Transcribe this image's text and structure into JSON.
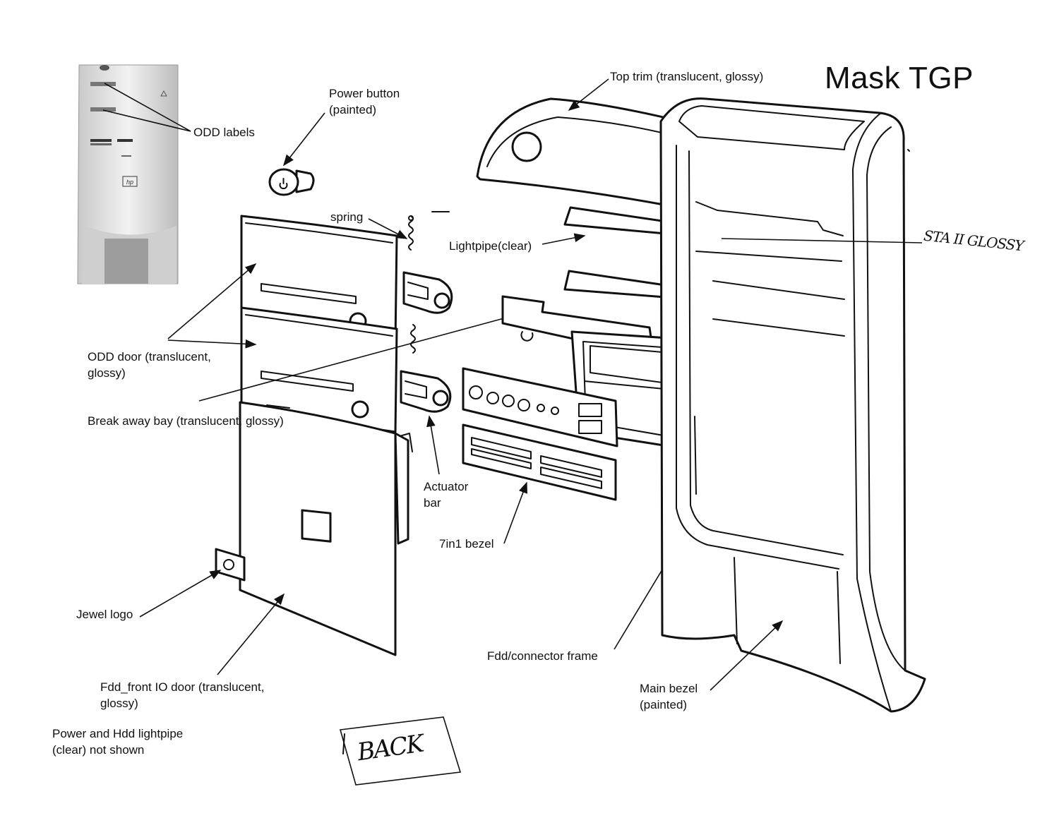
{
  "title": "Mask TGP",
  "labels": {
    "top_trim": "Top trim (translucent, glossy)",
    "power_button": [
      "Power button",
      "(painted)"
    ],
    "odd_labels": "ODD labels",
    "spring": "spring",
    "lightpipe": "Lightpipe(clear)",
    "odd_door": [
      "ODD door (translucent,",
      "glossy)"
    ],
    "break_away_bay": "Break away bay (translucent, glossy)",
    "actuator_bar": [
      "Actuator",
      "bar"
    ],
    "seven_in_one_bezel": "7in1 bezel",
    "jewel_logo": "Jewel logo",
    "fdd_front_io_door": [
      "Fdd_front IO door (translucent,",
      "glossy)"
    ],
    "power_hdd_note": [
      "Power and Hdd lightpipe",
      "(clear) not shown"
    ],
    "fdd_connector_frame": "Fdd/connector frame",
    "main_bezel": [
      "Main bezel",
      "(painted)"
    ]
  },
  "handwritten": {
    "margin_note": "STA II GLOSSY",
    "stamp": "BACK"
  },
  "colors": {
    "ink": "#111111",
    "paper": "#ffffff",
    "photo_gray": "#d9d9d9"
  },
  "icons": [
    "hp-logo-icon",
    "power-symbol-icon"
  ]
}
